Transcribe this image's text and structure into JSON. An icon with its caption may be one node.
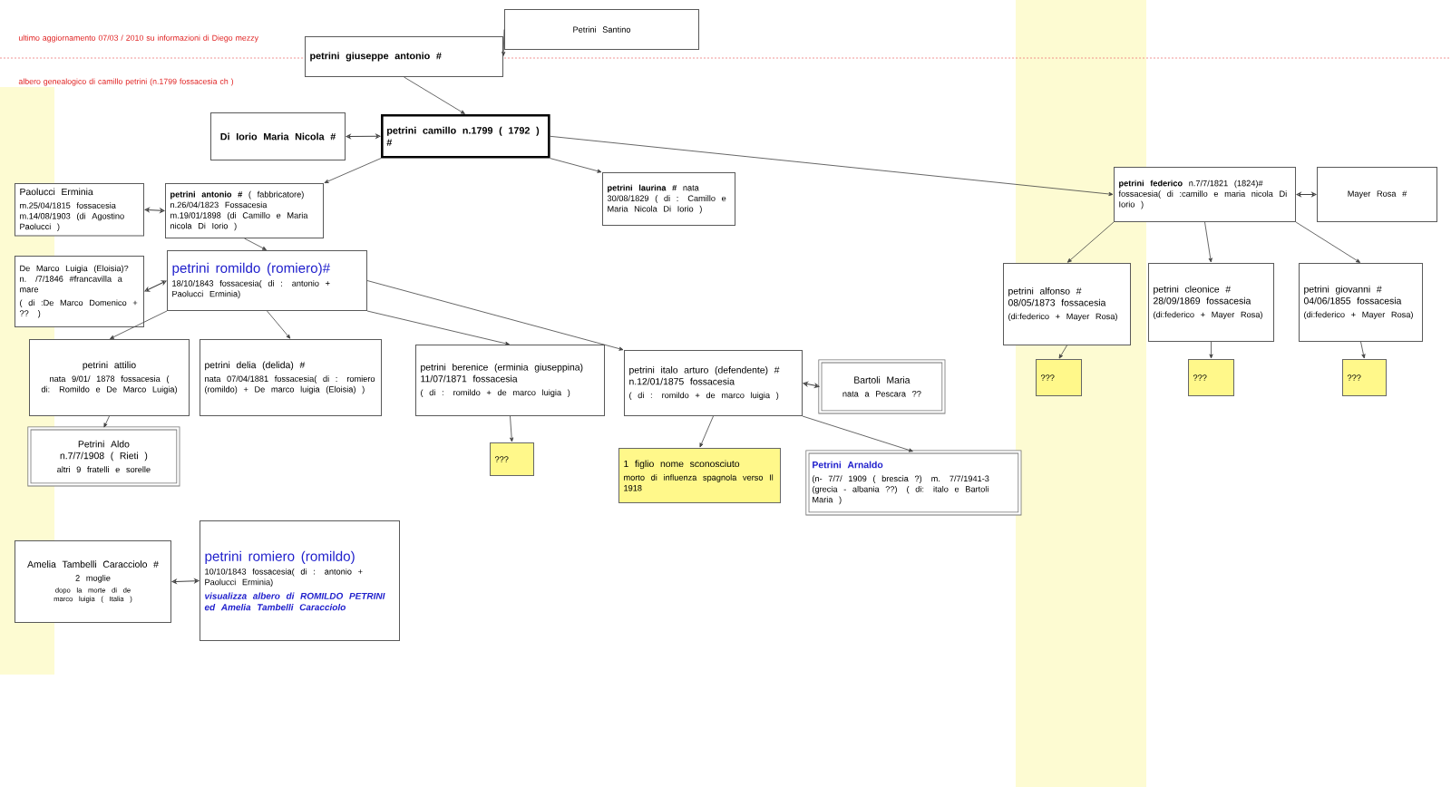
{
  "diagram": {
    "nodes": [
      {
        "text": [
          "Petrini Santino"
        ]
      },
      {
        "text": [
          "petrini giuseppe antonio #"
        ]
      },
      {
        "text": [
          "Di Iorio Maria Nicola #"
        ]
      },
      {
        "text": [
          "petrini camillo n.1799 ( 1792 ) #"
        ]
      },
      {
        "text": [
          "**petrini laurina #** nata 30/08/1829 ( di : Camillo e Maria Nicola Di Iorio )"
        ]
      },
      {
        "text": [
          "**petrini federico** n.7/7/1821 (1824)# fossacesia( di :camillo e maria nicola Di Iorio )"
        ]
      },
      {
        "text": [
          "Mayer Rosa #"
        ]
      },
      {
        "text": [
          "Paolucci Erminia",
          "m.25/04/1815 fossacesia m.14/08/1903 (di Agostino Paolucci )"
        ]
      },
      {
        "text": [
          "**petrini antonio #** ( fabbricatore) n.26/04/1823 Fossacesia m.19/01/1898 (di Camillo e Maria nicola Di Iorio )"
        ]
      },
      {
        "text": [
          "De Marco Luigia (Eloisia)? n. /7/1846 #francavilla a mare",
          "( di :De Marco Domenico + ?? )"
        ]
      },
      {
        "text": [
          "petrini romildo (romiero)#",
          "18/10/1843 fossacesia( di : antonio + Paolucci Erminia)"
        ]
      },
      {
        "text": [
          "petrini attilio",
          "nata 9/01/ 1878 fossacesia ( di: Romildo e De Marco Luigia)"
        ]
      },
      {
        "text": [
          "petrini delia (delida) #",
          "nata 07/04/1881 fossacesia( di : romiero (romildo) + De marco luigia (Eloisia) )"
        ]
      },
      {
        "text": [
          "petrini berenice (erminia giuseppina) 11/07/1871 fossacesia",
          "( di : romildo + de marco luigia )"
        ]
      },
      {
        "text": [
          "petrini italo arturo (defendente) # n.12/01/1875 fossacesia",
          "( di : romildo + de marco luigia )"
        ]
      },
      {
        "text": [
          "Bartoli Maria",
          "nata a Pescara ??"
        ]
      },
      {
        "text": [
          "???"
        ]
      },
      {
        "text": [
          "Petrini Aldo n.7/7/1908 ( Rieti )",
          "altri 9 fratelli e sorelle"
        ]
      },
      {
        "text": [
          "1 figlio nome sconosciuto",
          "morto di influenza spagnola verso Il 1918"
        ]
      },
      {
        "text": [
          "Petrini Arnaldo",
          "(n- 7/7/ 1909 ( brescia ?) m. 7/7/1941-3 (grecia - albania ??) ( di: italo e Bartoli Maria )"
        ]
      },
      {
        "text": [
          "petrini alfonso # 08/05/1873 fossacesia",
          "(di:federico + Mayer Rosa)"
        ]
      },
      {
        "text": [
          "petrini cleonice # 28/09/1869 fossacesia",
          "(di:federico + Mayer Rosa)"
        ]
      },
      {
        "text": [
          "petrini giovanni # 04/06/1855 fossacesia",
          "(di:federico + Mayer Rosa)"
        ]
      },
      {
        "text": [
          "???"
        ]
      },
      {
        "text": [
          "???"
        ]
      },
      {
        "text": [
          "???"
        ]
      },
      {
        "text": [
          "Amelia Tambelli Caracciolo #",
          "2 moglie",
          "dopo la morte di de marco luigia ( Italia )"
        ]
      },
      {
        "text": [
          "petrini romiero (romildo)",
          "10/10/1843 fossacesia( di : antonio + Paolucci Erminia)",
          "visualizza albero di ROMILDO PETRINI ed Amelia Tambelli Caracciolo"
        ]
      }
    ],
    "edges": [
      {
        "from": 0,
        "to": 1,
        "arrow": "to"
      },
      {
        "from": 1,
        "to": 3,
        "arrow": "to"
      },
      {
        "from": 2,
        "to": 3,
        "arrow": "both"
      },
      {
        "from": 3,
        "to": 8,
        "arrow": "to"
      },
      {
        "from": 3,
        "to": 4,
        "arrow": "to"
      },
      {
        "from": 3,
        "to": 5,
        "arrow": "to"
      },
      {
        "from": 5,
        "to": 6,
        "arrow": "both"
      },
      {
        "from": 7,
        "to": 8,
        "arrow": "both"
      },
      {
        "from": 8,
        "to": 10,
        "arrow": "to"
      },
      {
        "from": 9,
        "to": 10,
        "arrow": "both"
      },
      {
        "from": 10,
        "to": 11,
        "arrow": "to"
      },
      {
        "from": 10,
        "to": 12,
        "arrow": "to"
      },
      {
        "from": 10,
        "to": 13,
        "arrow": "to"
      },
      {
        "from": 10,
        "to": 14,
        "arrow": "to"
      },
      {
        "from": 14,
        "to": 15,
        "arrow": "both"
      },
      {
        "from": 13,
        "to": 16,
        "arrow": "to"
      },
      {
        "from": 11,
        "to": 17,
        "arrow": "to"
      },
      {
        "from": 14,
        "to": 18,
        "arrow": "to"
      },
      {
        "from": 14,
        "to": 19,
        "arrow": "to"
      },
      {
        "from": 5,
        "to": 20,
        "arrow": "to"
      },
      {
        "from": 5,
        "to": 21,
        "arrow": "to"
      },
      {
        "from": 5,
        "to": 22,
        "arrow": "to"
      },
      {
        "from": 20,
        "to": 23,
        "arrow": "to"
      },
      {
        "from": 21,
        "to": 24,
        "arrow": "to"
      },
      {
        "from": 22,
        "to": 25,
        "arrow": "to"
      },
      {
        "from": 26,
        "to": 27,
        "arrow": "both"
      }
    ],
    "labels": [
      "ultimo aggiornamento 07/03 / 2010 su informazioni di Diego mezzy",
      "albero genealogico di camillo petrini (n.1799 fossacesia ch )"
    ]
  }
}
